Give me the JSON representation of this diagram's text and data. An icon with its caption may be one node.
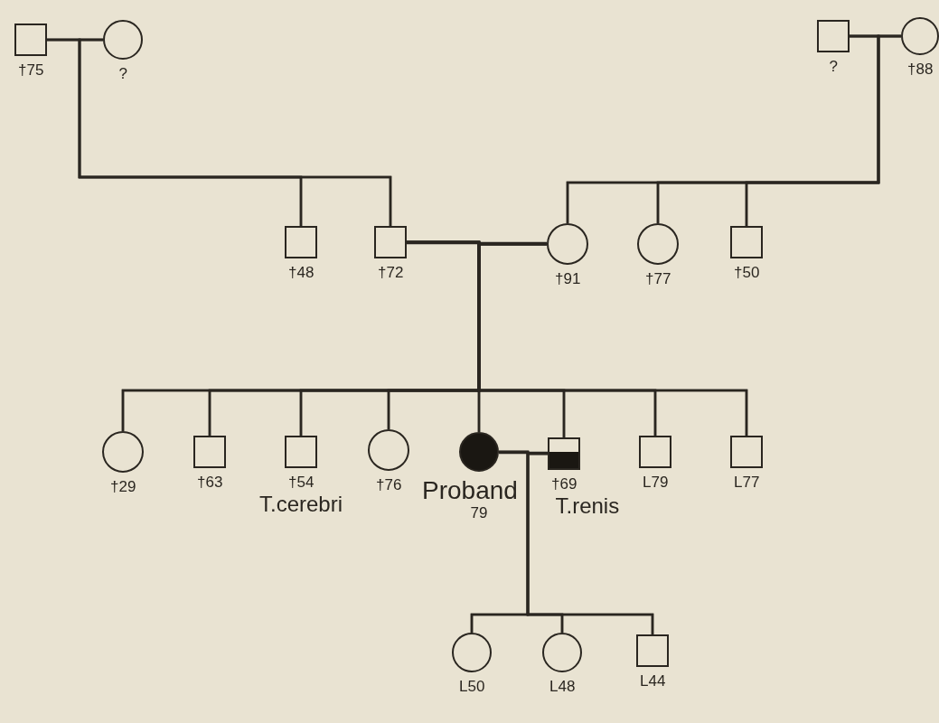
{
  "diagram": {
    "nodes": [
      {
        "text": [],
        "shape": "box",
        "beside": [
          "†75"
        ]
      },
      {
        "text": [],
        "shape": "circle",
        "beside": [
          "?"
        ]
      },
      {
        "text": [],
        "shape": "box",
        "beside": [
          "?"
        ]
      },
      {
        "text": [],
        "shape": "circle",
        "beside": [
          "†88"
        ]
      },
      {
        "text": [],
        "shape": "box",
        "beside": [
          "†48"
        ]
      },
      {
        "text": [],
        "shape": "box",
        "beside": [
          "†72"
        ]
      },
      {
        "text": [],
        "shape": "circle",
        "beside": [
          "†91"
        ]
      },
      {
        "text": [],
        "shape": "circle",
        "beside": [
          "†77"
        ]
      },
      {
        "text": [],
        "shape": "box",
        "beside": [
          "†50"
        ]
      },
      {
        "text": [],
        "shape": "circle",
        "beside": [
          "†29"
        ]
      },
      {
        "text": [],
        "shape": "box",
        "beside": [
          "†63"
        ]
      },
      {
        "text": [],
        "shape": "box",
        "beside": [
          "†54",
          "T.cerebri"
        ]
      },
      {
        "text": [],
        "shape": "circle",
        "beside": [
          "†76"
        ]
      },
      {
        "text": [],
        "shape": "circle",
        "beside": [
          "Proband",
          "79"
        ]
      },
      {
        "text": [],
        "shape": "box",
        "beside": [
          "†69",
          "T.renis"
        ]
      },
      {
        "text": [],
        "shape": "box",
        "beside": [
          "L79"
        ]
      },
      {
        "text": [],
        "shape": "box",
        "beside": [
          "L77"
        ]
      },
      {
        "text": [],
        "shape": "circle",
        "beside": [
          "L50"
        ]
      },
      {
        "text": [],
        "shape": "circle",
        "beside": [
          "L48"
        ]
      },
      {
        "text": [],
        "shape": "box",
        "beside": [
          "L44"
        ]
      }
    ],
    "edges": [
      {
        "from": 0,
        "to": 1,
        "arrow": "none"
      },
      {
        "from": 0,
        "to": 4,
        "arrow": "none"
      },
      {
        "from": 1,
        "to": 4,
        "arrow": "none"
      },
      {
        "from": 0,
        "to": 5,
        "arrow": "none"
      },
      {
        "from": 1,
        "to": 5,
        "arrow": "none"
      },
      {
        "from": 2,
        "to": 3,
        "arrow": "none"
      },
      {
        "from": 2,
        "to": 6,
        "arrow": "none"
      },
      {
        "from": 3,
        "to": 6,
        "arrow": "none"
      },
      {
        "from": 2,
        "to": 7,
        "arrow": "none"
      },
      {
        "from": 3,
        "to": 7,
        "arrow": "none"
      },
      {
        "from": 2,
        "to": 8,
        "arrow": "none"
      },
      {
        "from": 3,
        "to": 8,
        "arrow": "none"
      },
      {
        "from": 5,
        "to": 6,
        "arrow": "none"
      },
      {
        "from": 5,
        "to": 9,
        "arrow": "none"
      },
      {
        "from": 6,
        "to": 9,
        "arrow": "none"
      },
      {
        "from": 5,
        "to": 10,
        "arrow": "none"
      },
      {
        "from": 6,
        "to": 10,
        "arrow": "none"
      },
      {
        "from": 5,
        "to": 11,
        "arrow": "none"
      },
      {
        "from": 6,
        "to": 11,
        "arrow": "none"
      },
      {
        "from": 5,
        "to": 12,
        "arrow": "none"
      },
      {
        "from": 6,
        "to": 12,
        "arrow": "none"
      },
      {
        "from": 5,
        "to": 13,
        "arrow": "none"
      },
      {
        "from": 6,
        "to": 13,
        "arrow": "none"
      },
      {
        "from": 5,
        "to": 14,
        "arrow": "none"
      },
      {
        "from": 6,
        "to": 14,
        "arrow": "none"
      },
      {
        "from": 5,
        "to": 15,
        "arrow": "none"
      },
      {
        "from": 6,
        "to": 15,
        "arrow": "none"
      },
      {
        "from": 5,
        "to": 16,
        "arrow": "none"
      },
      {
        "from": 6,
        "to": 16,
        "arrow": "none"
      },
      {
        "from": 13,
        "to": 14,
        "arrow": "none"
      },
      {
        "from": 13,
        "to": 17,
        "arrow": "none"
      },
      {
        "from": 14,
        "to": 17,
        "arrow": "none"
      },
      {
        "from": 13,
        "to": 18,
        "arrow": "none"
      },
      {
        "from": 14,
        "to": 18,
        "arrow": "none"
      },
      {
        "from": 13,
        "to": 19,
        "arrow": "none"
      },
      {
        "from": 14,
        "to": 19,
        "arrow": "none"
      }
    ]
  }
}
